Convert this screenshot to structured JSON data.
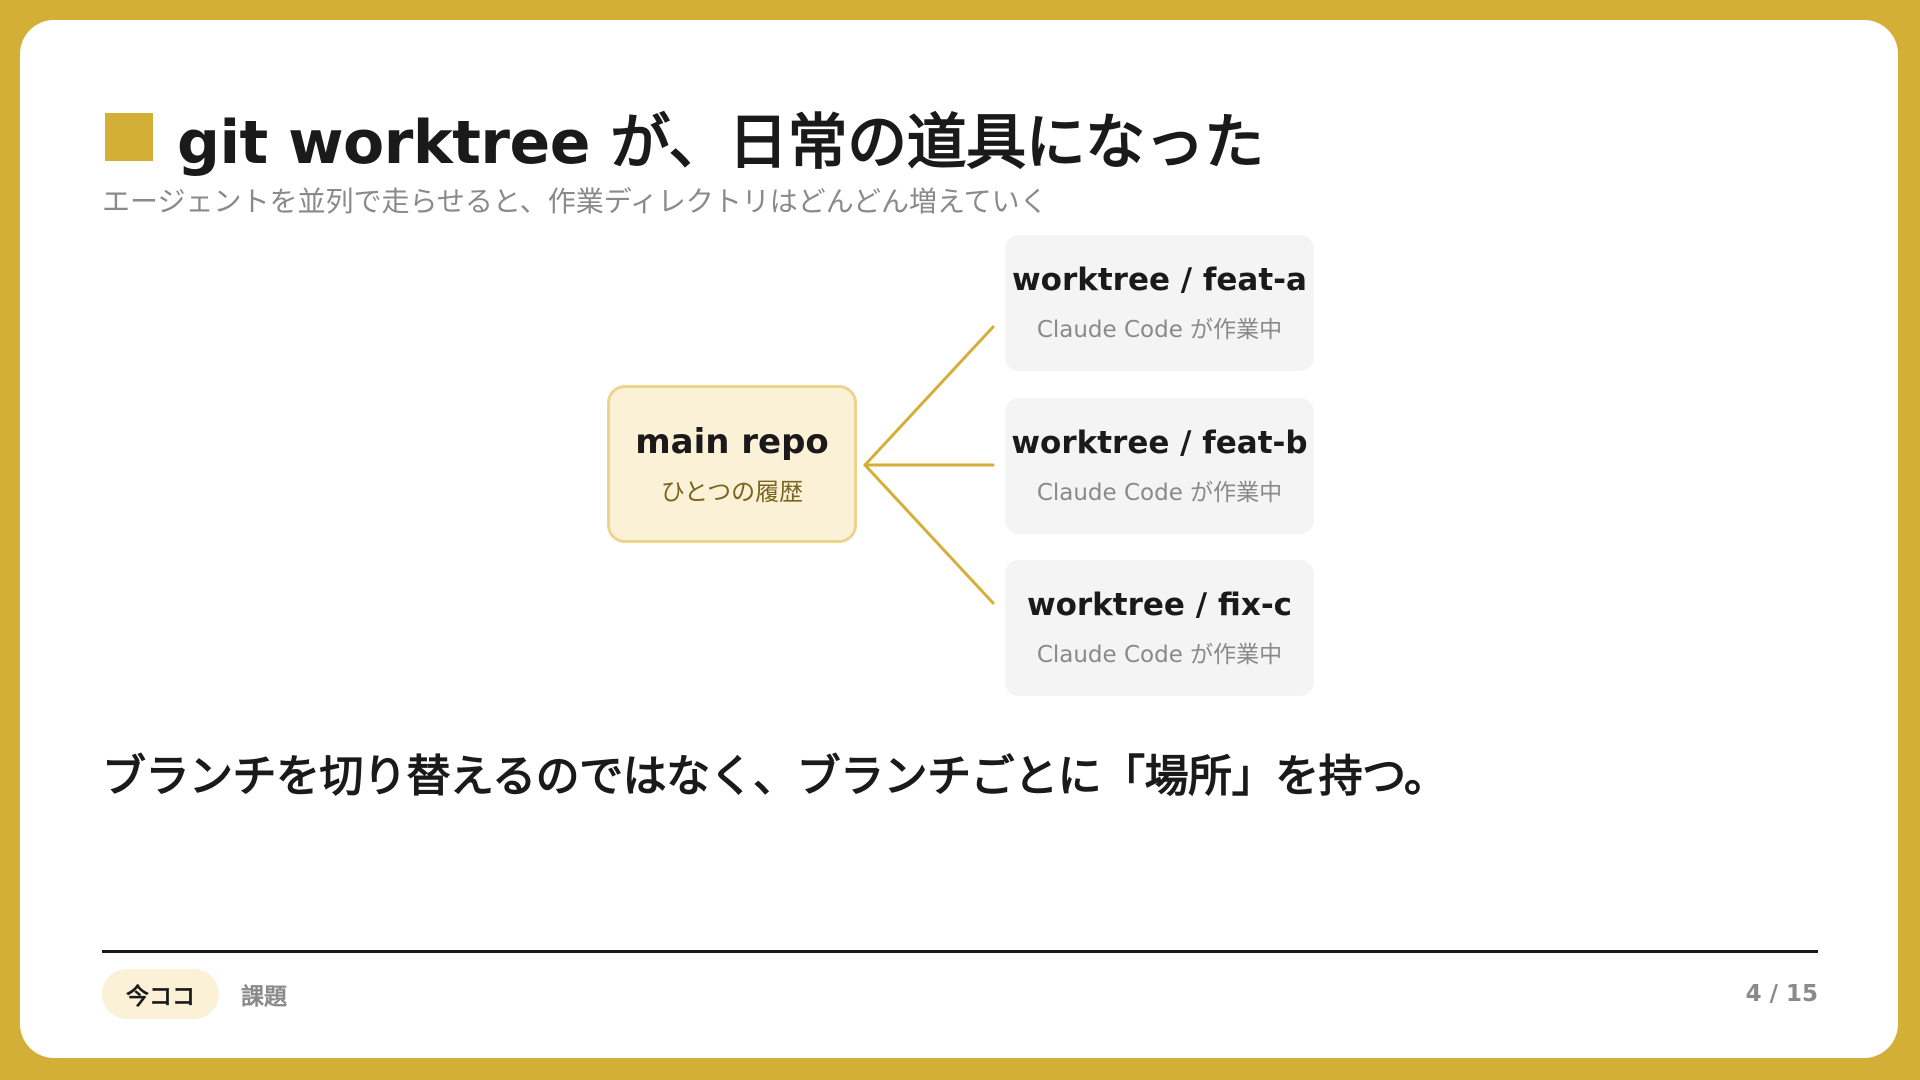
{
  "colors": {
    "accent": "#D4AF37",
    "text": "#1A1A1A",
    "muted": "#8A8A8A",
    "main_node_fill": "#FBF1D6",
    "main_node_border": "#EDD48A",
    "worktree_fill": "#F4F4F4"
  },
  "header": {
    "title": "git worktree が、日常の道具になった",
    "subtitle": "エージェントを並列で走らせると、作業ディレクトリはどんどん増えていく"
  },
  "diagram": {
    "main": {
      "label": "main repo",
      "sub": "ひとつの履歴"
    },
    "worktrees": [
      {
        "label": "worktree / feat-a",
        "sub": "Claude Code が作業中"
      },
      {
        "label": "worktree / feat-b",
        "sub": "Claude Code が作業中"
      },
      {
        "label": "worktree / fix-c",
        "sub": "Claude Code が作業中"
      }
    ]
  },
  "statement": "ブランチを切り替えるのではなく、ブランチごとに「場所」を持つ。",
  "footer": {
    "now_label": "今ココ",
    "section_label": "課題",
    "page": "4 / 15"
  }
}
